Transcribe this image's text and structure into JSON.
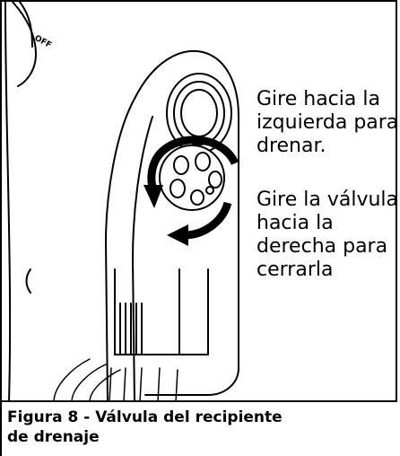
{
  "illustration": {
    "switch_label": "OFF"
  },
  "callouts": {
    "counterclockwise": [
      "Gire hacia la",
      "izquierda para",
      "drenar."
    ],
    "clockwise": [
      "Gire la válvula",
      "hacia la",
      "derecha para",
      "cerrarla"
    ]
  },
  "caption": {
    "line1": "Figura 8 - Válvula del recipiente",
    "line2": "de drenaje"
  }
}
